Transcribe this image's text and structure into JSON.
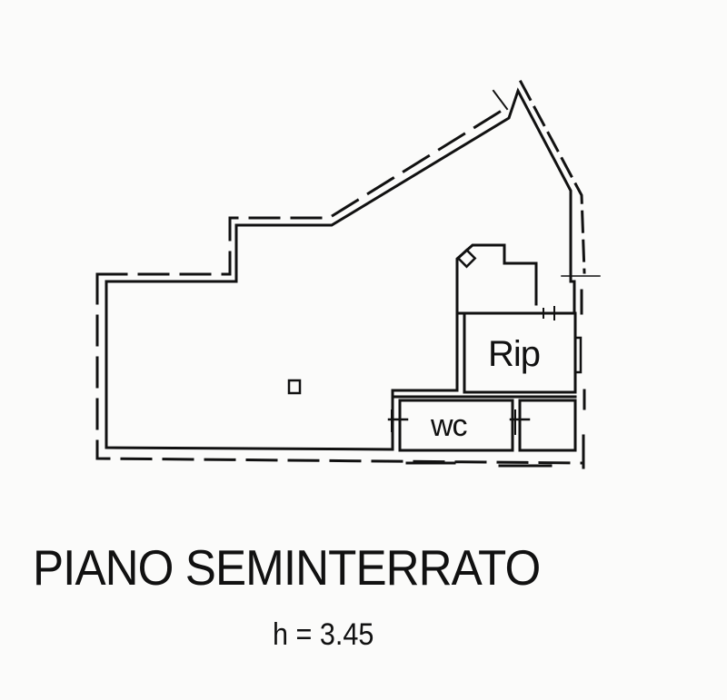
{
  "drawing": {
    "type": "floor-plan",
    "title": "PIANO SEMINTERRATO",
    "height_label": "h = 3.45",
    "rooms": [
      {
        "id": "rip",
        "label": "Rip"
      },
      {
        "id": "wc",
        "label": "wc"
      }
    ],
    "colors": {
      "ink": "#111111",
      "paper": "#fbfbfa"
    }
  }
}
